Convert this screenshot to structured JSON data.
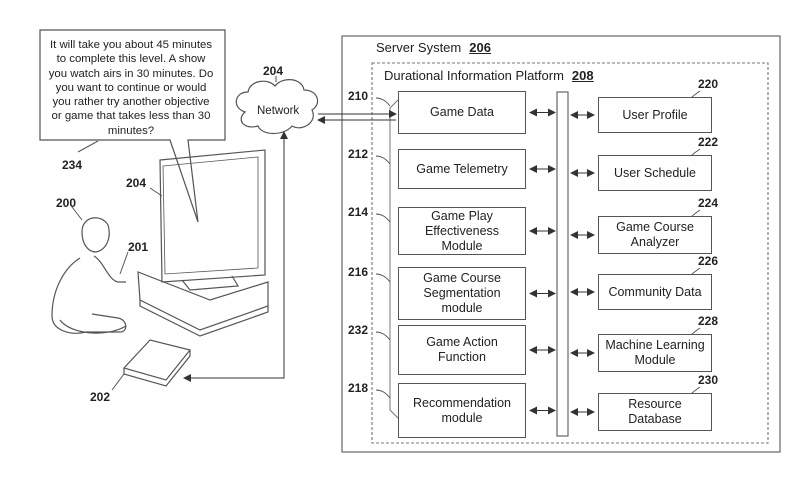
{
  "speech_bubble": {
    "text": "It will take you about 45 minutes to complete this level.  A show you watch airs in 30 minutes.  Do you want to continue or would you rather try another objective or game that takes less than 30 minutes?",
    "ref": "234"
  },
  "network": {
    "label": "Network",
    "ref": "204"
  },
  "scene": {
    "player_ref": "200",
    "controller_ref": "201",
    "console_ref": "202",
    "display_ref": "204"
  },
  "server": {
    "title": "Server System",
    "ref": "206"
  },
  "platform": {
    "title": "Durational Information Platform",
    "ref": "208"
  },
  "left_modules": [
    {
      "label": "Game Data",
      "ref": "210"
    },
    {
      "label": "Game Telemetry",
      "ref": "212"
    },
    {
      "label": "Game Play Effectiveness Module",
      "ref": "214"
    },
    {
      "label": "Game Course Segmentation module",
      "ref": "216"
    },
    {
      "label": "Game Action Function",
      "ref": "232"
    },
    {
      "label": "Recommendation module",
      "ref": "218"
    }
  ],
  "right_modules": [
    {
      "label": "User Profile",
      "ref": "220"
    },
    {
      "label": "User Schedule",
      "ref": "222"
    },
    {
      "label": "Game Course Analyzer",
      "ref": "224"
    },
    {
      "label": "Community Data",
      "ref": "226"
    },
    {
      "label": "Machine Learning Module",
      "ref": "228"
    },
    {
      "label": "Resource Database",
      "ref": "230"
    }
  ]
}
